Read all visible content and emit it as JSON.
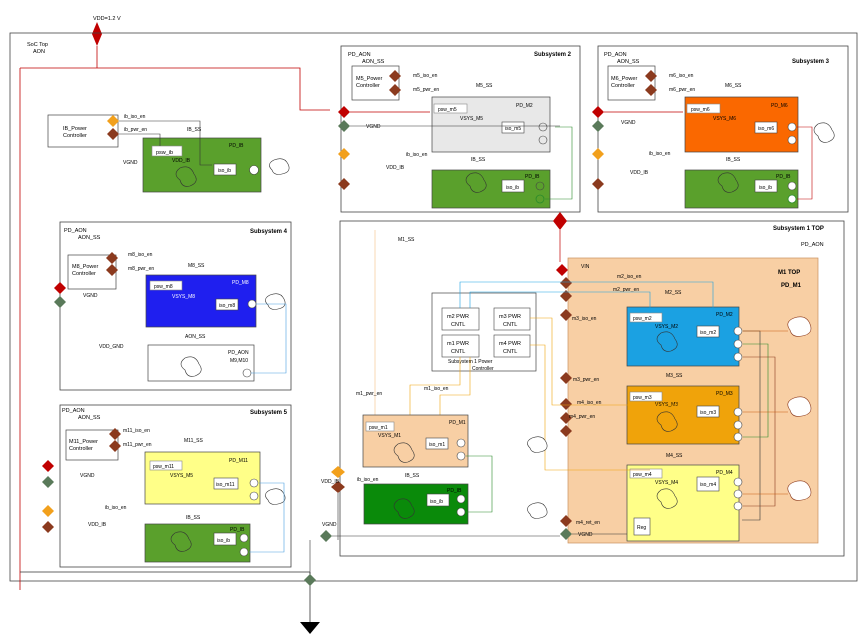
{
  "top": {
    "vdd_label": "VDD=1.2 V",
    "soc_title_1": "SoC Top",
    "soc_title_2": "AON"
  },
  "sub2": {
    "title": "Subsystem 2",
    "aon": "PD_AON",
    "aon_ss": "AON_SS",
    "ctrl_1": "M5_Power",
    "ctrl_2": "Controller",
    "iso_en": "m5_iso_en",
    "pwr_en": "m5_pwr_en",
    "ss_label": "M5_SS",
    "pd": "PD_M2",
    "psw": "psw_m5",
    "vsys": "VSYS_M5",
    "iso": "iso_m5",
    "vgnd": "VGND",
    "ib_iso_en": "ib_iso_en",
    "ib_ss": "IB_SS",
    "vdd_ib": "VDD_IB",
    "pd_ib": "PD_IB",
    "iso_ib": "iso_ib"
  },
  "sub3": {
    "title": "Subsystem 3",
    "aon": "PD_AON",
    "aon_ss": "AON_SS",
    "ctrl_1": "M6_Power",
    "ctrl_2": "Controller",
    "iso_en": "m6_iso_en",
    "pwr_en": "m6_pwr_en",
    "ss_label": "M6_SS",
    "pd": "PD_M6",
    "psw": "psw_m6",
    "vsys": "VSYS_M6",
    "iso": "iso_m6",
    "vgnd": "VGND",
    "ib_iso_en": "ib_iso_en",
    "ib_ss": "IB_SS",
    "vdd_ib": "VDD_IB",
    "pd_ib": "PD_IB",
    "iso_ib": "iso_ib"
  },
  "ib_top": {
    "ctrl_1": "IB_Power",
    "ctrl_2": "Controller",
    "iso_en": "ib_iso_en",
    "pwr_en": "ib_pwr_en",
    "ss": "IB_SS",
    "psw": "psw_ib",
    "vdd": "VDD_IB",
    "pd": "PD_IB",
    "iso": "iso_ib",
    "vgnd": "VGND"
  },
  "sub4": {
    "title": "Subsystem 4",
    "aon": "PD_AON",
    "aon_ss": "AON_SS",
    "ctrl_1": "M8_Power",
    "ctrl_2": "Controller",
    "iso_en": "m8_iso_en",
    "pwr_en": "m8_pwr_en",
    "ss_label": "M8_SS",
    "pd": "PD_M8",
    "psw": "psw_m8",
    "vsys": "VSYS_M8",
    "iso": "iso_m8",
    "vgnd": "VGND",
    "vdd_gnd": "VDD_GND",
    "aon_ss2": "AON_SS",
    "pd_aon2": "PD_AON",
    "m9m10": "M9,M10"
  },
  "sub5": {
    "title": "Subsystem 5",
    "aon": "PD_AON",
    "aon_ss": "AON_SS",
    "ctrl_1": "M11_Power",
    "ctrl_2": "Controller",
    "iso_en": "m11_iso_en",
    "pwr_en": "m11_pwr_en",
    "ss_label": "M11_SS",
    "pd": "PD_M11",
    "psw": "psw_m11",
    "vsys": "VSYS_M5",
    "iso": "iso_m11",
    "vgnd": "VGND",
    "ib_iso_en": "ib_iso_en",
    "ib_ss": "IB_SS",
    "vdd_ib": "VDD_IB",
    "pd_ib": "PD_IB",
    "iso_ib": "iso_ib"
  },
  "sub1": {
    "title": "Subsystem 1 TOP",
    "pd_aon": "PD_AON",
    "m1_ss": "M1_SS",
    "vin": "VIN",
    "m1_top": "M1 TOP",
    "pd_m1": "PD_M1",
    "m2_iso_en": "m2_iso_en",
    "m2_pwr_en": "m2_pwr_en",
    "m3_iso_en": "m3_iso_en",
    "m3_pwr_en": "m3_pwr_en",
    "m4_iso_en": "m4_iso_en",
    "m4_pwr_en": "m4_pwr_en",
    "m4_ret_en": "m4_ret_en",
    "m1_pwr_en": "m1_pwr_en",
    "m1_iso_en": "m1_iso_en",
    "m2_ss": "M2_SS",
    "pd_m2": "PD_M2",
    "psw_m2": "psw_m2",
    "vsys_m2": "VSYS_M2",
    "iso_m2": "iso_m2",
    "m3_ss": "M3_SS",
    "pd_m3": "PD_M3",
    "psw_m3": "psw_m3",
    "vsys_m3": "VSYS_M3",
    "iso_m3": "iso_m3",
    "m4_ss": "M4_SS",
    "pd_m4": "PD_M4",
    "psw_m4": "psw_m4",
    "vsys_m4": "VSYS_M4",
    "iso_m4": "iso_m4",
    "reg": "Reg",
    "pd_m1b": "PD_M1",
    "psw_m1": "psw_m1",
    "vsys_m1": "VSYS_M1",
    "iso_m1": "iso_m1",
    "ib_iso_en": "ib_iso_en",
    "ib_ss": "IB_SS",
    "vdd_ib": "VDD_IB",
    "pd_ib": "PD_IB",
    "iso_ib": "iso_ib",
    "vgnd": "VGND",
    "cntl_m2_1": "m2 PWR",
    "cntl_m2_2": "CNTL",
    "cntl_m3_1": "m3 PWR",
    "cntl_m3_2": "CNTL",
    "cntl_m1_1": "m1 PWR",
    "cntl_m1_2": "CNTL",
    "cntl_m4_1": "m4 PWR",
    "cntl_m4_2": "CNTL",
    "ctrl_cap_1": "Subsystem 1 Power",
    "ctrl_cap_2": "Controller"
  },
  "bottom": {
    "vgnd_left": "VGND"
  },
  "colors": {
    "red": "#c00000",
    "brown": "#8b3a1e",
    "green_dia": "#5a7a5a",
    "orange_dia": "#f2a01c",
    "ib_green": "#5aa02c",
    "m2_blue": "#1ba1e2",
    "m3_orange": "#f0a30a",
    "m6_orange": "#fa6800",
    "m8_blue": "#1f1fef",
    "yellow": "#ffff88",
    "peach": "#f8cfa4"
  }
}
